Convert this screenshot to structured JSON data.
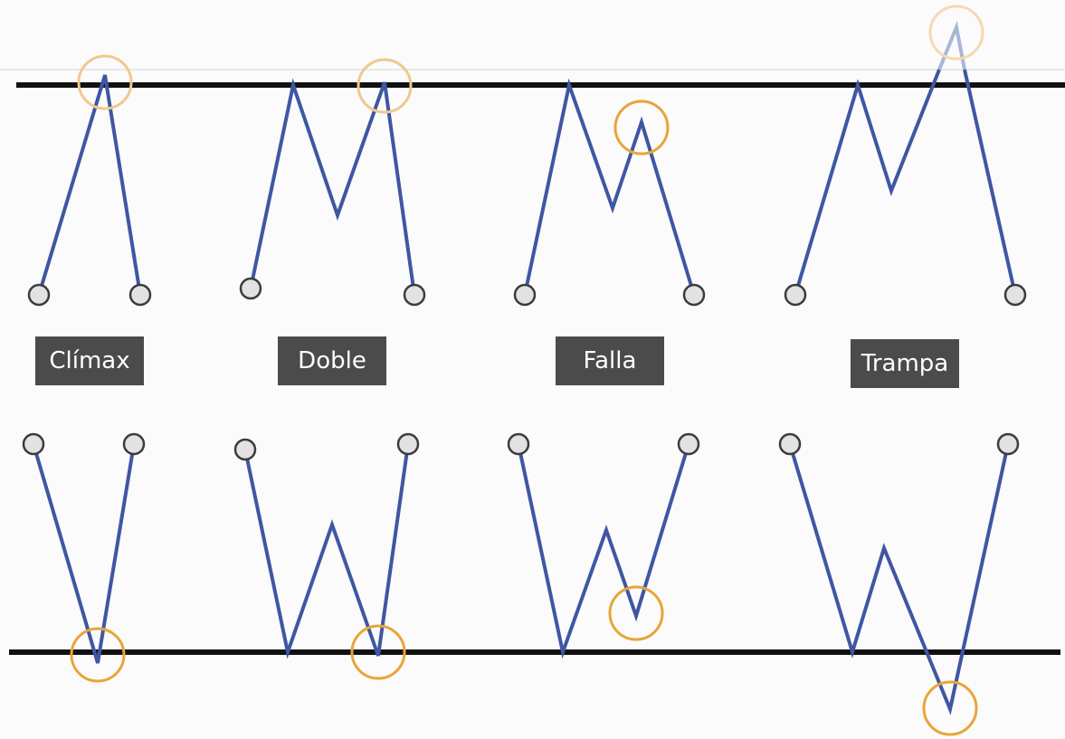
{
  "patterns": [
    {
      "label": "Clímax"
    },
    {
      "label": "Doble"
    },
    {
      "label": "Falla"
    },
    {
      "label": "Trampa"
    }
  ],
  "colors": {
    "background": "#fbfbfb",
    "level_line": "#111111",
    "zigzag": "#3f57a2",
    "endpoint_fill": "#e2e2e2",
    "endpoint_stroke": "#3c3c3c",
    "highlight_circle": "#e8a53a",
    "label_box": "#4b4b4b",
    "label_text": "#ffffff"
  }
}
